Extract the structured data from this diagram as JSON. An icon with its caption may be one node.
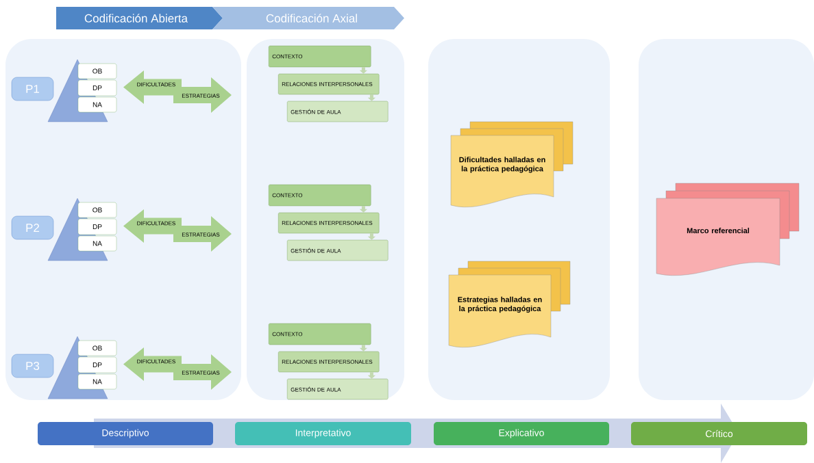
{
  "diagram": {
    "nodes": [
      {
        "text": [
          "Codificación Abierta"
        ]
      },
      {
        "text": [
          "Codificación Axial"
        ]
      },
      {
        "text": [],
        "shape": "box"
      },
      {
        "text": [
          "P1"
        ],
        "in": 2
      },
      {
        "text": [],
        "shape": "triangle",
        "in": 2
      },
      {
        "text": [
          "OB"
        ],
        "in": 2
      },
      {
        "text": [
          "DP"
        ],
        "in": 2
      },
      {
        "text": [
          "NA"
        ],
        "in": 2
      },
      {
        "text": [
          "DIFICULTADES"
        ],
        "in": 2
      },
      {
        "text": [
          "ESTRATEGIAS"
        ],
        "in": 2
      },
      {
        "text": [
          "P2"
        ],
        "in": 2
      },
      {
        "text": [],
        "shape": "triangle",
        "in": 2
      },
      {
        "text": [
          "OB"
        ],
        "in": 2
      },
      {
        "text": [
          "DP"
        ],
        "in": 2
      },
      {
        "text": [
          "NA"
        ],
        "in": 2
      },
      {
        "text": [
          "DIFICULTADES"
        ],
        "in": 2
      },
      {
        "text": [
          "ESTRATEGIAS"
        ],
        "in": 2
      },
      {
        "text": [
          "P3"
        ],
        "in": 2
      },
      {
        "text": [],
        "shape": "triangle",
        "in": 2
      },
      {
        "text": [
          "OB"
        ],
        "in": 2
      },
      {
        "text": [
          "DP"
        ],
        "in": 2
      },
      {
        "text": [
          "NA"
        ],
        "in": 2
      },
      {
        "text": [
          "DIFICULTADES"
        ],
        "in": 2
      },
      {
        "text": [
          "ESTRATEGIAS"
        ],
        "in": 2
      },
      {
        "text": [],
        "shape": "box"
      },
      {
        "text": [
          "CONTEXTO"
        ],
        "in": 24
      },
      {
        "text": [
          "RELACIONES INTERPERSONALES"
        ],
        "in": 24
      },
      {
        "text": [
          "GESTIÓN DE AULA"
        ],
        "in": 24
      },
      {
        "text": [
          "CONTEXTO"
        ],
        "in": 24
      },
      {
        "text": [
          "RELACIONES INTERPERSONALES"
        ],
        "in": 24
      },
      {
        "text": [
          "GESTIÓN DE AULA"
        ],
        "in": 24
      },
      {
        "text": [
          "CONTEXTO"
        ],
        "in": 24
      },
      {
        "text": [
          "RELACIONES INTERPERSONALES"
        ],
        "in": 24
      },
      {
        "text": [
          "GESTIÓN DE AULA"
        ],
        "in": 24
      },
      {
        "text": [],
        "shape": "box"
      },
      {
        "text": [
          "Dificultades halladas en la práctica pedagógica"
        ],
        "in": 34
      },
      {
        "text": [
          "Estrategias halladas en la práctica pedagógica"
        ],
        "in": 34
      },
      {
        "text": [],
        "shape": "box"
      },
      {
        "text": [
          "Marco referencial"
        ],
        "in": 37
      },
      {
        "text": [
          "Descriptivo"
        ]
      },
      {
        "text": [
          "Interpretativo"
        ]
      },
      {
        "text": [
          "Explicativo"
        ]
      },
      {
        "text": [
          "Crítico"
        ]
      }
    ],
    "edges": [
      {
        "from": 25,
        "to": 26,
        "arrow": "to"
      },
      {
        "from": 26,
        "to": 27,
        "arrow": "to"
      },
      {
        "from": 28,
        "to": 29,
        "arrow": "to"
      },
      {
        "from": 29,
        "to": 30,
        "arrow": "to"
      },
      {
        "from": 31,
        "to": 32,
        "arrow": "to"
      },
      {
        "from": 32,
        "to": 33,
        "arrow": "to"
      }
    ]
  }
}
